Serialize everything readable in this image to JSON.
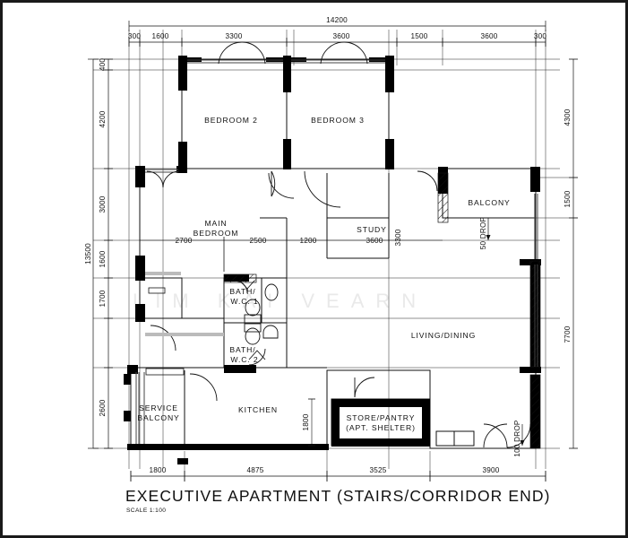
{
  "drawing": {
    "title": "EXECUTIVE APARTMENT (STAIRS/CORRIDOR END)",
    "scale_label": "SCALE  1:100",
    "watermark": "LIM KAI VEARN",
    "line_color": "#111111",
    "wall_fill": "#000000",
    "paper_color": "#ffffff",
    "watermark_color": "#e9e9e9"
  },
  "rooms": [
    {
      "id": "bedroom-2",
      "label": "BEDROOM  2",
      "label2": ""
    },
    {
      "id": "bedroom-3",
      "label": "BEDROOM  3",
      "label2": ""
    },
    {
      "id": "main-bedroom",
      "label": "MAIN",
      "label2": "BEDROOM"
    },
    {
      "id": "study",
      "label": "STUDY",
      "label2": ""
    },
    {
      "id": "balcony",
      "label": "BALCONY",
      "label2": ""
    },
    {
      "id": "bath-wc-1",
      "label": "BATH/",
      "label2": "W.C.  1"
    },
    {
      "id": "bath-wc-2",
      "label": "BATH/",
      "label2": "W.C.  2"
    },
    {
      "id": "living-dining",
      "label": "LIVING/DINING",
      "label2": ""
    },
    {
      "id": "kitchen",
      "label": "KITCHEN",
      "label2": ""
    },
    {
      "id": "service-balcony",
      "label": "SERVICE",
      "label2": "BALCONY"
    },
    {
      "id": "store-pantry",
      "label": "STORE/PANTRY",
      "label2": "(APT.  SHELTER)"
    }
  ],
  "dimensions": {
    "top_overall": "14200",
    "top_chain": [
      "300",
      "1600",
      "3300",
      "3600",
      "1500",
      "3600",
      "300"
    ],
    "left_overall": "13500",
    "left_chain": [
      "400",
      "4200",
      "3000",
      "1600",
      "1700",
      "2600"
    ],
    "right_chain": [
      "4300",
      "1500",
      "7700"
    ],
    "bottom_chain": [
      "1800",
      "4875",
      "3525",
      "3900"
    ],
    "interior": {
      "main_bedroom_a": "2700",
      "main_bedroom_b": "2500",
      "corridor": "1200",
      "study_width": "3600",
      "study_depth": "3300",
      "kitchen_depth": "1800"
    },
    "notes": {
      "balcony_drop": "50 DROP",
      "entrance_drop": "100 DROP"
    }
  }
}
